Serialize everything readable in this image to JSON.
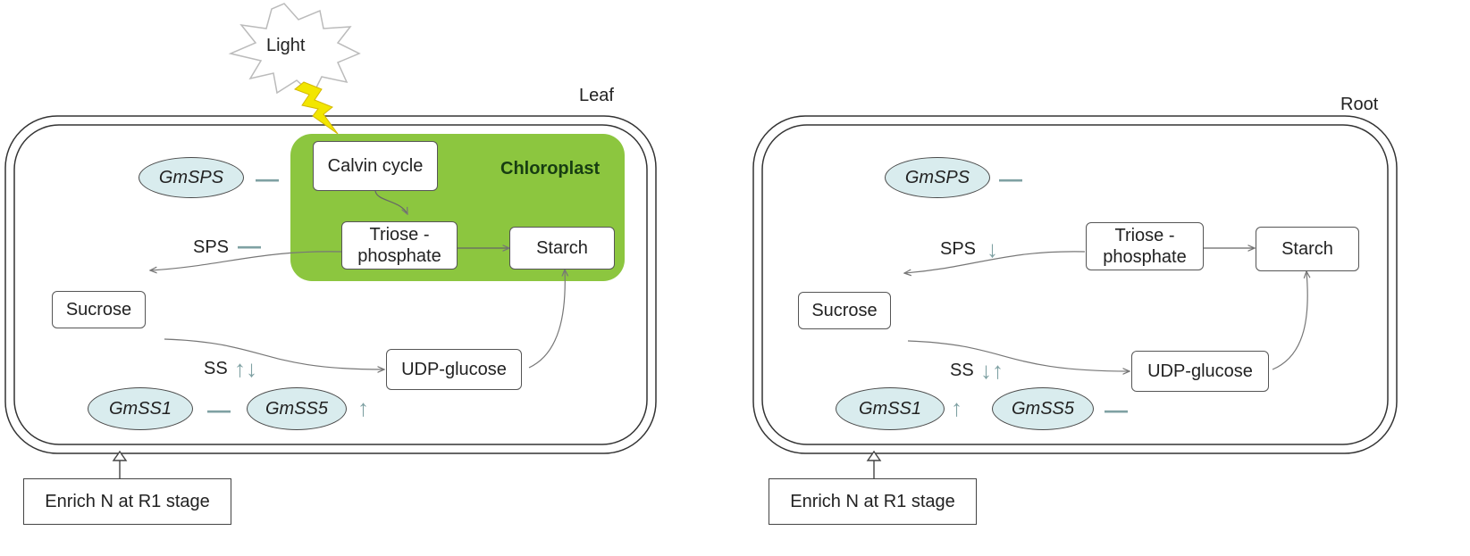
{
  "light": {
    "label": "Light"
  },
  "leaf": {
    "title": "Leaf",
    "chloroplast_label": "Chloroplast",
    "calvin": "Calvin cycle",
    "triose": "Triose -\nphosphate",
    "starch": "Starch",
    "gm_sps": "GmSPS",
    "sps": "SPS",
    "sucrose": "Sucrose",
    "udp": "UDP-glucose",
    "ss": "SS",
    "gm_ss1": "GmSS1",
    "gm_ss5": "GmSS5",
    "treatment": "Enrich N at R1 stage",
    "gm_sps_mark": "—",
    "sps_mark": "—",
    "ss_mark": "↑↓",
    "gm_ss1_mark": "—",
    "gm_ss5_mark": "↑"
  },
  "root": {
    "title": "Root",
    "triose": "Triose -\nphosphate",
    "starch": "Starch",
    "gm_sps": "GmSPS",
    "sps": "SPS",
    "sucrose": "Sucrose",
    "udp": "UDP-glucose",
    "ss": "SS",
    "gm_ss1": "GmSS1",
    "gm_ss5": "GmSS5",
    "treatment": "Enrich N at R1 stage",
    "gm_sps_mark": "—",
    "sps_mark": "↓",
    "ss_mark": "↓↑",
    "gm_ss1_mark": "↑",
    "gm_ss5_mark": "—"
  },
  "colors": {
    "chloroplast": "#8cc63f",
    "ellipse_fill": "#d9ecee",
    "marker": "#7fa1a3",
    "lightning": "#f2e600"
  }
}
